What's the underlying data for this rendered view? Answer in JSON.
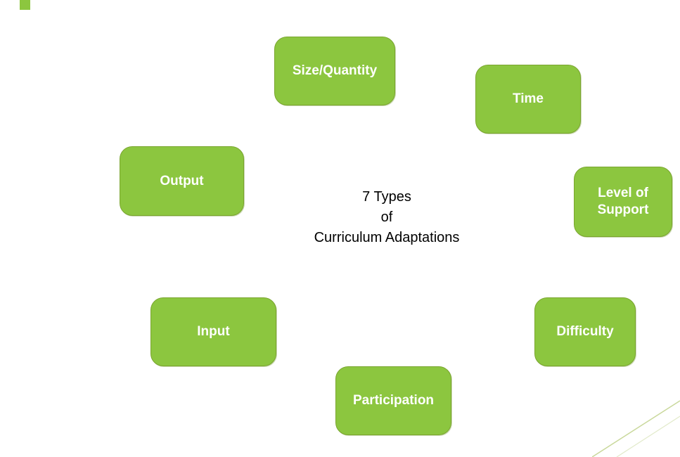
{
  "title": {
    "lines": [
      "7 Types",
      "of",
      "Curriculum Adaptations"
    ]
  },
  "boxes": [
    {
      "id": "size-quantity",
      "label": "Size/Quantity"
    },
    {
      "id": "time",
      "label": "Time"
    },
    {
      "id": "output",
      "label": "Output"
    },
    {
      "id": "level-support",
      "label": "Level of Support"
    },
    {
      "id": "input",
      "label": "Input"
    },
    {
      "id": "difficulty",
      "label": "Difficulty"
    },
    {
      "id": "participation",
      "label": "Participation"
    }
  ],
  "colors": {
    "box_fill": "#8CC63F",
    "box_border": "#7AA52F",
    "box_text": "#FFFFFF",
    "title_text": "#000000",
    "accent_bar": "#8CC63F",
    "flourish_line": "#C9D89B"
  }
}
